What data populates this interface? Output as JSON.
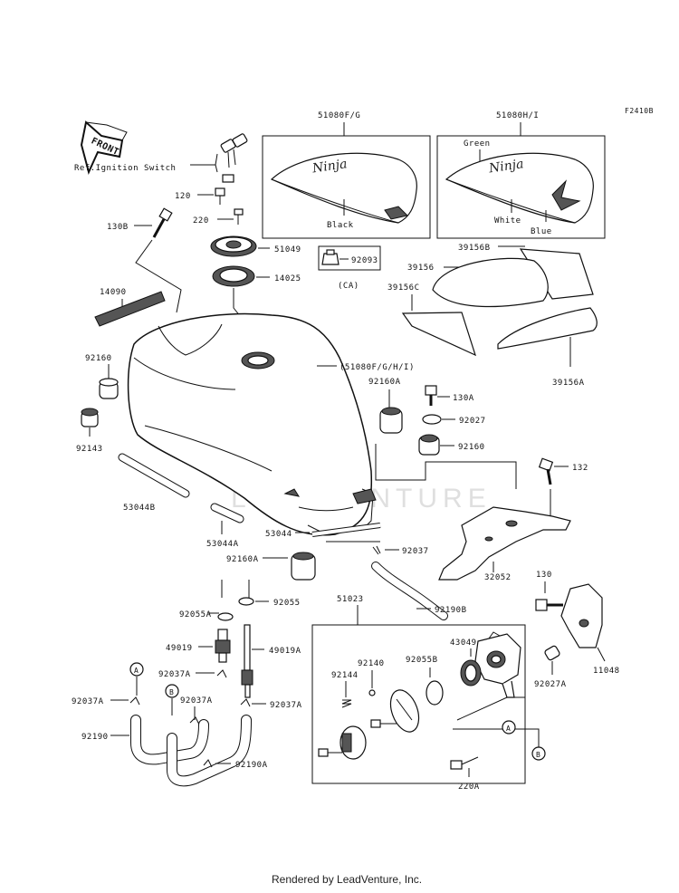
{
  "diagram_id": "F2410B",
  "front_label": "FRONT",
  "ref_ignition": "Ref.Ignition Switch",
  "watermark": "LEADVENTURE",
  "footer": "Rendered by LeadVenture, Inc.",
  "panels": {
    "left_title": "51080F/G",
    "right_title": "51080H/I",
    "left_colors": {
      "black": "Black"
    },
    "right_colors": {
      "green": "Green",
      "white": "White",
      "blue": "Blue"
    },
    "decal_text": "Ninja"
  },
  "parts": {
    "p120": "120",
    "p220": "220",
    "p130b": "130B",
    "p51049": "51049",
    "p14025": "14025",
    "p92093": "92093",
    "ca": "(CA)",
    "p14090": "14090",
    "p39156b": "39156B",
    "p39156": "39156",
    "p39156c": "39156C",
    "p39156a": "39156A",
    "p92160_left": "92160",
    "p92143": "92143",
    "tank_ref": "(51080F/G/H/I)",
    "p92160a_top": "92160A",
    "p130a": "130A",
    "p92027": "92027",
    "p92160_right": "92160",
    "p132": "132",
    "p53044b": "53044B",
    "p53044a": "53044A",
    "p53044": "53044",
    "p92160a_mid": "92160A",
    "p92037": "92037",
    "p32052": "32052",
    "p51023": "51023",
    "p130": "130",
    "p92190b": "92190B",
    "p92055a": "92055A",
    "p92055": "92055",
    "p49019": "49019",
    "p49019a": "49019A",
    "p43049": "43049",
    "p92055b": "92055B",
    "p92140": "92140",
    "p92144": "92144",
    "p11048": "11048",
    "p92027a": "92027A",
    "p92037a_1": "92037A",
    "p92037a_2": "92037A",
    "p92037a_3": "92037A",
    "p92037a_4": "92037A",
    "p92190": "92190",
    "p92190a": "92190A",
    "p220a": "220A",
    "ref_a": "A",
    "ref_b": "B"
  }
}
